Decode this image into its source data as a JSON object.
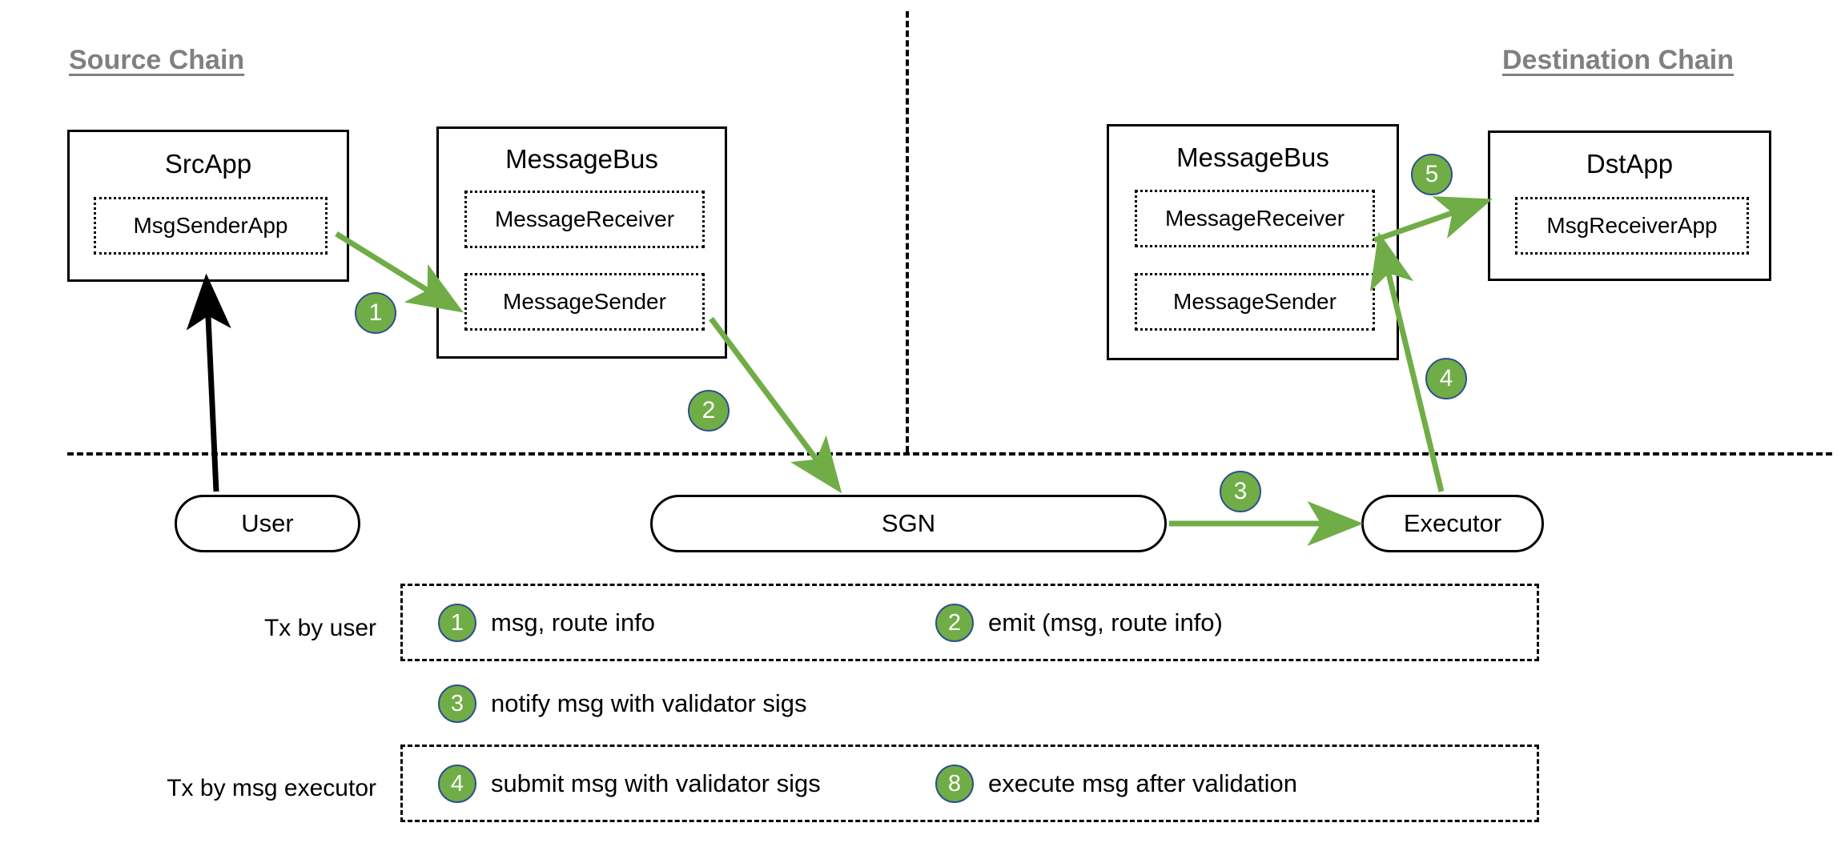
{
  "titles": {
    "source_chain": "Source Chain",
    "destination_chain": "Destination Chain"
  },
  "nodes": {
    "src_app": {
      "title": "SrcApp",
      "inner": [
        "MsgSenderApp"
      ]
    },
    "src_message_bus": {
      "title": "MessageBus",
      "inner": [
        "MessageReceiver",
        "MessageSender"
      ]
    },
    "dst_message_bus": {
      "title": "MessageBus",
      "inner": [
        "MessageReceiver",
        "MessageSender"
      ]
    },
    "dst_app": {
      "title": "DstApp",
      "inner": [
        "MsgReceiverApp"
      ]
    }
  },
  "actors": {
    "user": "User",
    "sgn": "SGN",
    "executor": "Executor"
  },
  "flow_badges": [
    {
      "id": "badge-1",
      "label": "1"
    },
    {
      "id": "badge-2",
      "label": "2"
    },
    {
      "id": "badge-3",
      "label": "3"
    },
    {
      "id": "badge-4",
      "label": "4"
    },
    {
      "id": "badge-5",
      "label": "5"
    }
  ],
  "legend": {
    "row_user_label": "Tx by user",
    "row_executor_label": "Tx by msg executor",
    "items": {
      "one": {
        "num": "1",
        "text": "msg, route info"
      },
      "two": {
        "num": "2",
        "text": "emit (msg, route info)"
      },
      "three": {
        "num": "3",
        "text": "notify msg with validator sigs"
      },
      "four": {
        "num": "4",
        "text": "submit msg with validator sigs"
      },
      "eight": {
        "num": "8",
        "text": "execute msg after validation"
      }
    }
  },
  "colors": {
    "badge_fill": "#70AD47",
    "badge_border": "#2E4F8F",
    "arrow_green": "#70AD47",
    "arrow_black": "#000000",
    "title_gray": "#808080",
    "stroke": "#000000"
  }
}
